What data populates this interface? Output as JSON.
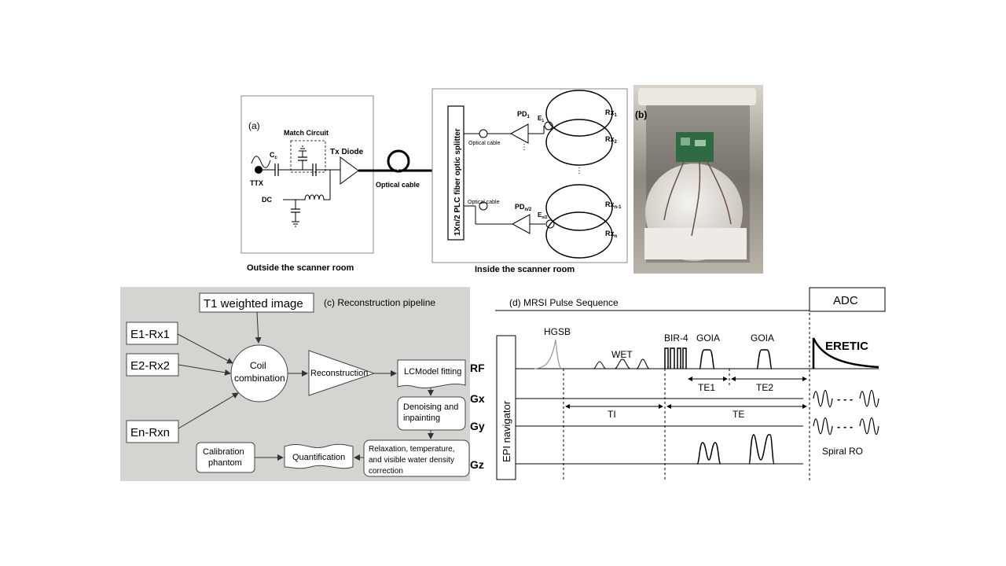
{
  "panel_a": {
    "outside": {
      "tag": "(a)",
      "match_circuit": "Match Circuit",
      "cc": "C",
      "cc_sub": "c",
      "tx_diode": "Tx Diode",
      "ttx": "TTX",
      "dc": "DC",
      "optical_cable": "Optical cable",
      "caption": "Outside the scanner room"
    },
    "inside": {
      "splitter": "1Xn/2 PLC fiber optic splitter",
      "optical_cable_top": "Optical cable",
      "optical_cable_bottom": "Optical cable",
      "pd1": "PD",
      "pd1_sub": "1",
      "pdn2": "PD",
      "pdn2_sub": "n/2",
      "e1": "E",
      "e1_sub": "1",
      "en2": "E",
      "en2_sub": "n/2",
      "rx1": "Rx",
      "rx1_sub": "1",
      "rx2": "Rx",
      "rx2_sub": "2",
      "rxn1": "Rx",
      "rxn1_sub": "n-1",
      "rxn": "Rx",
      "rxn_sub": "n",
      "vdots_small": "⋮",
      "vdots_mid": "⋮",
      "caption": "Inside the scanner room"
    }
  },
  "panel_b": {
    "tag": "(b)"
  },
  "panel_c": {
    "title": "(c) Reconstruction pipeline",
    "t1": "T1 weighted image",
    "e1": "E1-Rx1",
    "e2": "E2-Rx2",
    "en": "En-Rxn",
    "coil_line1": "Coil",
    "coil_line2": "combination",
    "reconstruction": "Reconstruction",
    "lcmodel": "LCModel fitting",
    "denoise_line1": "Denoising and",
    "denoise_line2": "inpainting",
    "relax_line1": "Relaxation, temperature,",
    "relax_line2": "and visible water density",
    "relax_line3": "correction",
    "quant": "Quantification",
    "calib_line1": "Calibration",
    "calib_line2": "phantom"
  },
  "panel_d": {
    "title": "(d) MRSI Pulse Sequence",
    "adc": "ADC",
    "epi": "EPI navigator",
    "rf": "RF",
    "gx": "Gx",
    "gy": "Gy",
    "gz": "Gz",
    "hgsb": "HGSB",
    "wet": "WET",
    "bir4": "BIR-4",
    "goia1": "GOIA",
    "goia2": "GOIA",
    "eretic": "ERETIC",
    "te1": "TE1",
    "te2": "TE2",
    "ti": "TI",
    "te": "TE",
    "spiral": "Spiral RO",
    "dashes_gx": "- - -",
    "dashes_gy": "- - -"
  }
}
